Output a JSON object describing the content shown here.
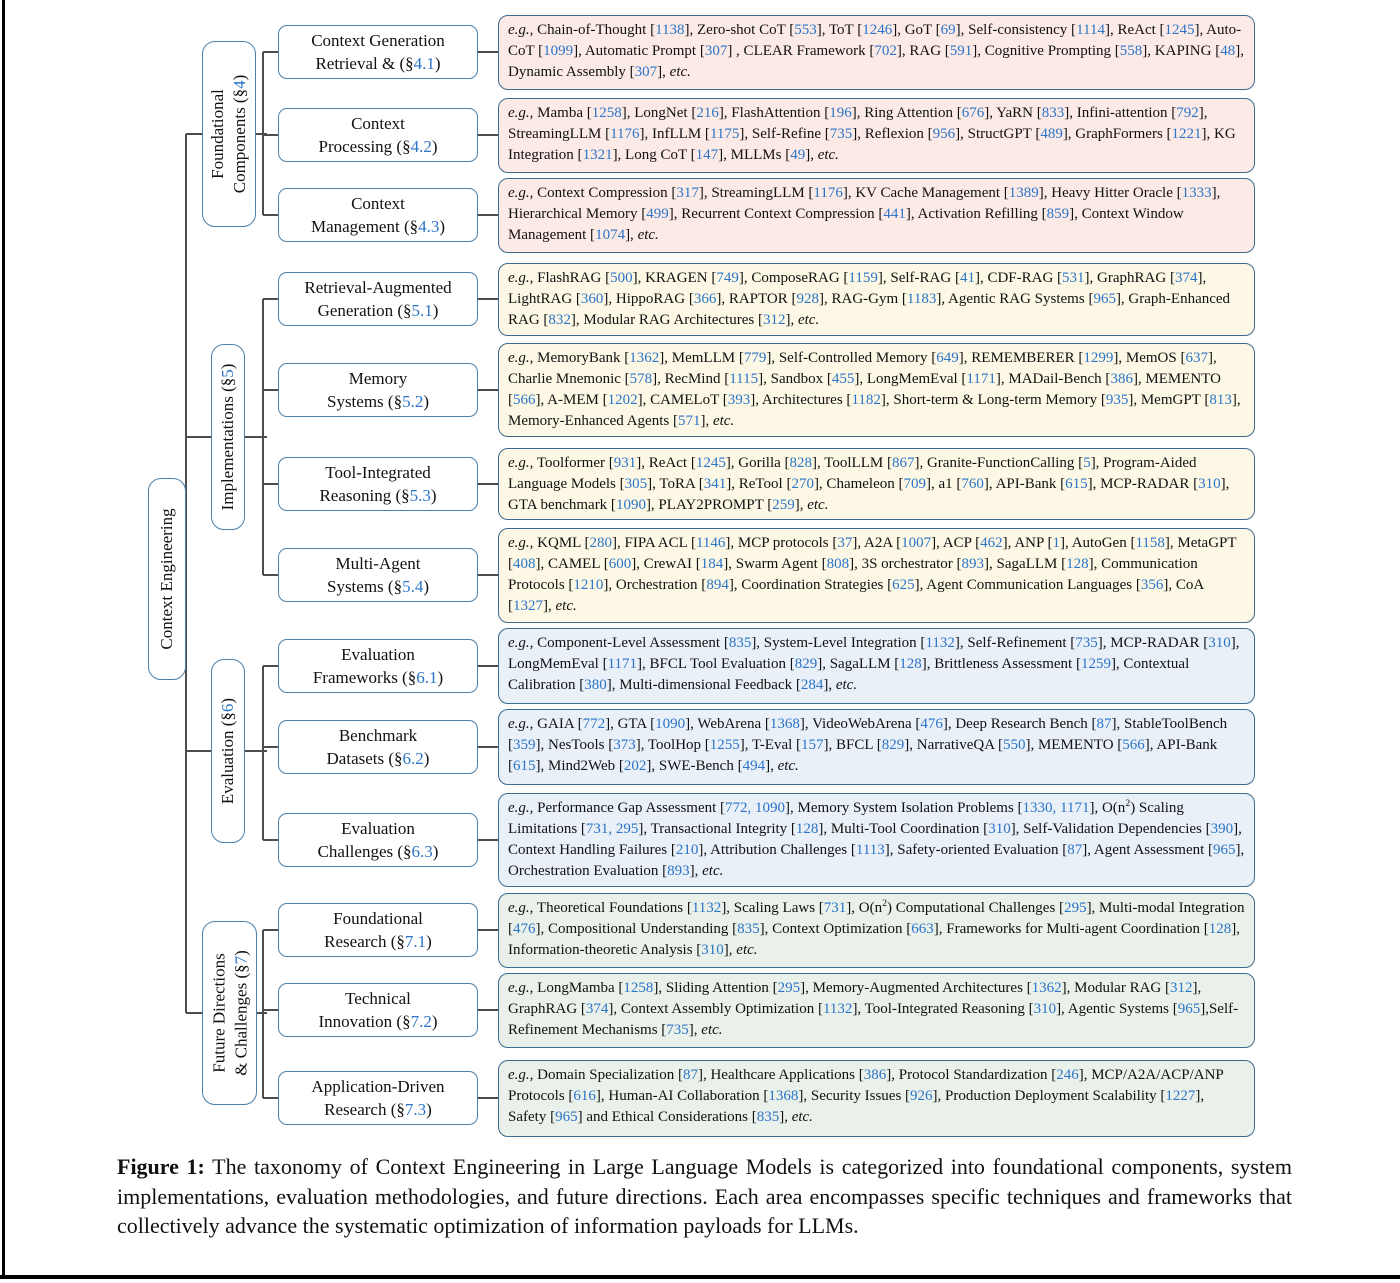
{
  "root": {
    "label": "Context Engineering"
  },
  "colors": {
    "group4_fill": "#fceae7",
    "group5_fill": "#fcf8e5",
    "group6_fill": "#e9f0f8",
    "group7_fill": "#eaf1ea",
    "node_border": "#4d80a9",
    "content_border": "#3d6a8f",
    "citation_blue": "#2b74c8",
    "connector_gray": "#4d4d4d"
  },
  "groups": [
    {
      "id": "foundational-components",
      "label_lines": [
        "Foundational",
        "Components"
      ],
      "section": "4",
      "fill": "#fceae7",
      "children": [
        {
          "id": "4-1",
          "title_lines": [
            "Context Generation",
            "Retrieval &"
          ],
          "section": "4.1",
          "items": "e.g., Chain-of-Thought [1138], Zero-shot CoT [553], ToT [1246], GoT [69], Self-consistency [1114], ReAct [1245], Auto-CoT [1099], Automatic Prompt [307] , CLEAR Framework [702], RAG [591], Cognitive Prompting [558], KAPING [48], Dynamic Assembly [307], etc."
        },
        {
          "id": "4-2",
          "title_lines": [
            "Context",
            "Processing"
          ],
          "section": "4.2",
          "items": "e.g., Mamba [1258], LongNet [216], FlashAttention [196], Ring Attention [676], YaRN [833], Infini-attention [792], StreamingLLM [1176], InfLLM [1175], Self-Refine [735], Reflexion [956], StructGPT [489], GraphFormers [1221], KG Integration [1321], Long CoT [147], MLLMs [49], etc."
        },
        {
          "id": "4-3",
          "title_lines": [
            "Context",
            "Management"
          ],
          "section": "4.3",
          "items": "e.g., Context Compression [317], StreamingLLM [1176], KV Cache Management [1389], Heavy Hitter Oracle [1333], Hierarchical Memory [499], Recurrent Context Compression [441], Activation Refilling [859], Context Window Management [1074], etc."
        }
      ]
    },
    {
      "id": "implementations",
      "label_lines": [
        "Implementations"
      ],
      "section": "5",
      "fill": "#fcf8e5",
      "children": [
        {
          "id": "5-1",
          "title_lines": [
            "Retrieval-Augmented",
            "Generation"
          ],
          "section": "5.1",
          "items": "e.g., FlashRAG [500], KRAGEN [749], ComposeRAG [1159], Self-RAG [41], CDF-RAG [531], GraphRAG [374], LightRAG [360], HippoRAG [366], RAPTOR [928], RAG-Gym [1183], Agentic RAG Systems [965], Graph-Enhanced RAG [832], Modular RAG Architectures [312], etc."
        },
        {
          "id": "5-2",
          "title_lines": [
            "Memory",
            "Systems"
          ],
          "section": "5.2",
          "items": "e.g., MemoryBank [1362], MemLLM [779], Self-Controlled Memory [649], REMEMBERER [1299], MemOS [637], Charlie Mnemonic [578], RecMind [1115], Sandbox [455], LongMemEval [1171], MADail-Bench [386], MEMENTO [566], A-MEM [1202], CAMELoT [393], Architectures [1182], Short-term & Long-term Memory [935], MemGPT [813], Memory-Enhanced Agents [571], etc."
        },
        {
          "id": "5-3",
          "title_lines": [
            "Tool-Integrated",
            "Reasoning"
          ],
          "section": "5.3",
          "items": "e.g., Toolformer [931], ReAct [1245], Gorilla [828], ToolLLM [867], Granite-FunctionCalling [5], Program-Aided Language Models [305], ToRA [341], ReTool [270], Chameleon [709], a1 [760], API-Bank [615], MCP-RADAR [310], GTA benchmark [1090], PLAY2PROMPT [259], etc."
        },
        {
          "id": "5-4",
          "title_lines": [
            "Multi-Agent",
            "Systems"
          ],
          "section": "5.4",
          "items": "e.g., KQML [280], FIPA ACL [1146], MCP protocols [37], A2A [1007], ACP [462], ANP [1], AutoGen [1158], MetaGPT [408], CAMEL [600], CrewAI [184], Swarm Agent [808], 3S orchestrator [893], SagaLLM [128], Communication Protocols [1210], Orchestration  [894], Coordination Strategies [625], Agent Communication Languages [356], CoA [1327], etc."
        }
      ]
    },
    {
      "id": "evaluation",
      "label_lines": [
        "Evaluation"
      ],
      "section": "6",
      "fill": "#e9f0f8",
      "children": [
        {
          "id": "6-1",
          "title_lines": [
            "Evaluation",
            "Frameworks"
          ],
          "section": "6.1",
          "items": "e.g., Component-Level Assessment [835], System-Level Integration [1132], Self-Refinement [735], MCP-RADAR [310], LongMemEval [1171], BFCL Tool Evaluation [829], SagaLLM  [128], Brittleness Assessment [1259], Contextual Calibration [380], Multi-dimensional Feedback [284], etc."
        },
        {
          "id": "6-2",
          "title_lines": [
            "Benchmark",
            "Datasets"
          ],
          "section": "6.2",
          "items": "e.g., GAIA [772], GTA [1090], WebArena [1368], VideoWebArena [476], Deep Research Bench [87], StableToolBench [359], NesTools [373], ToolHop [1255], T-Eval [157], BFCL [829], NarrativeQA [550], MEMENTO [566], API-Bank [615], Mind2Web [202], SWE-Bench [494], etc."
        },
        {
          "id": "6-3",
          "title_lines": [
            "Evaluation",
            "Challenges"
          ],
          "section": "6.3",
          "items": "e.g., Performance Gap Assessment [772, 1090], Memory System Isolation Problems [1330, 1171], O(n^2) Scaling Limitations [731, 295], Transactional Integrity [128], Multi-Tool Coordination [310], Self-Validation Dependencies [390], Context Handling Failures [210], Attribution Challenges [1113], Safety-oriented Evaluation [87], Agent Assessment [965], Orchestration Evaluation [893], etc."
        }
      ]
    },
    {
      "id": "future-directions",
      "label_lines": [
        "Future Directions",
        "& Challenges"
      ],
      "section": "7",
      "fill": "#eaf1ea",
      "children": [
        {
          "id": "7-1",
          "title_lines": [
            "Foundational",
            "Research"
          ],
          "section": "7.1",
          "items": "e.g., Theoretical Foundations [1132], Scaling Laws [731], O(n^2) Computational Challenges [295], Multi-modal Integration [476], Compositional Understanding [835], Context Optimization [663], Frameworks for Multi-agent Coordination [128], Information-theoretic Analysis [310], etc."
        },
        {
          "id": "7-2",
          "title_lines": [
            "Technical",
            "Innovation"
          ],
          "section": "7.2",
          "items": "e.g., LongMamba [1258], Sliding Attention [295], Memory-Augmented Architectures [1362], Modular RAG [312], GraphRAG [374], Context Assembly Optimization [1132], Tool-Integrated Reasoning [310], Agentic Systems [965],Self-Refinement Mechanisms [735], etc."
        },
        {
          "id": "7-3",
          "title_lines": [
            "Application-Driven",
            "Research"
          ],
          "section": "7.3",
          "items": "e.g., Domain Specialization [87], Healthcare Applications [386], Protocol Standardization [246], MCP/A2A/ACP/ANP Protocols [616], Human-AI Collaboration [1368], Security Issues [926], Production Deployment Scalability [1227], Safety  [965] and Ethical Considerations [835], etc."
        }
      ]
    }
  ],
  "caption": {
    "label": "Figure 1:",
    "text": "The taxonomy of Context Engineering in Large Language Models is categorized into foundational components, system implementations, evaluation methodologies, and future directions. Each area encompasses specific techniques and frameworks that collectively advance the systematic optimization of information payloads for LLMs."
  }
}
